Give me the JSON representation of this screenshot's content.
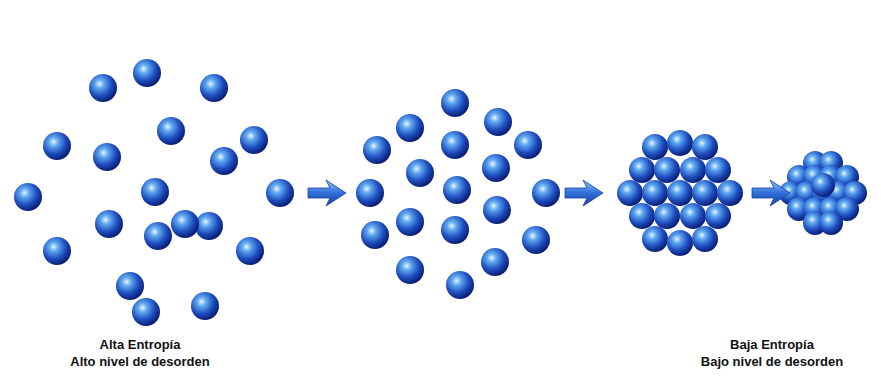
{
  "diagram": {
    "labels": [
      "Alta Entropía",
      "Alto nivel de desorden",
      "Baja Entropía",
      "Bajo nivel de desorden"
    ]
  }
}
